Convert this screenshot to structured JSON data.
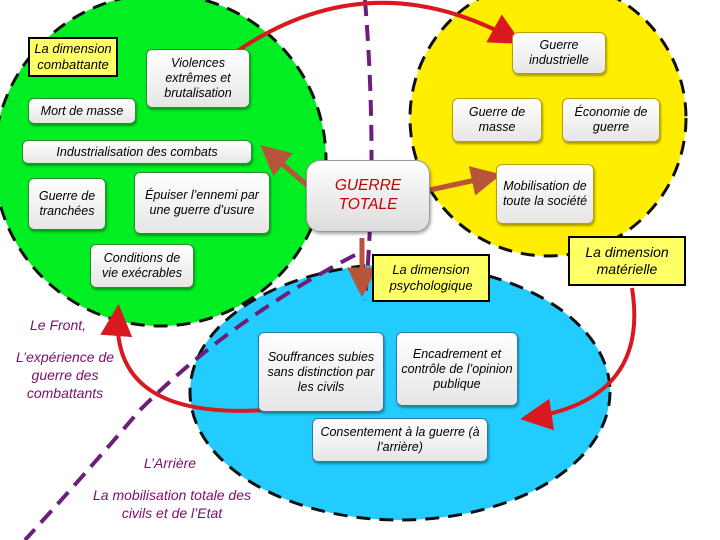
{
  "colors": {
    "green": "#00ee22",
    "yellow": "#ffee00",
    "blue": "#22ccff",
    "arrow_red": "#d9191f",
    "arrow_brown": "#b8543a",
    "divider_purple": "#6b1f7a",
    "text_purple": "#7a0f6e",
    "center_text": "#c00000"
  },
  "green_zone": {
    "title": "La dimension combattante",
    "violences": "Violences extrêmes et brutalisation",
    "mort": "Mort de masse",
    "industrialisation": "Industrialisation des combats",
    "tranchees": "Guerre de tranchées",
    "epuiser": "Épuiser l’ennemi par une guerre d’usure",
    "conditions": "Conditions de vie exécrables"
  },
  "yellow_zone": {
    "title": "La dimension matérielle",
    "industrielle": "Guerre industrielle",
    "masse": "Guerre de masse",
    "economie": "Économie de guerre",
    "mobilisation": "Mobilisation de toute la société"
  },
  "blue_zone": {
    "title": "La dimension psychologique",
    "souffrances": "Souffrances subies sans distinction par les civils",
    "encadrement": "Encadrement et contrôle de l’opinion publique",
    "consentement": "Consentement à la guerre (à l’arrière)"
  },
  "center": {
    "label": "GUERRE TOTALE"
  },
  "outside": {
    "front": "Le Front,",
    "experience": "L’expérience de guerre des combattants",
    "arriere": "L’Arrière",
    "mobilisation_totale": "La mobilisation totale des civils et de l’Etat"
  }
}
